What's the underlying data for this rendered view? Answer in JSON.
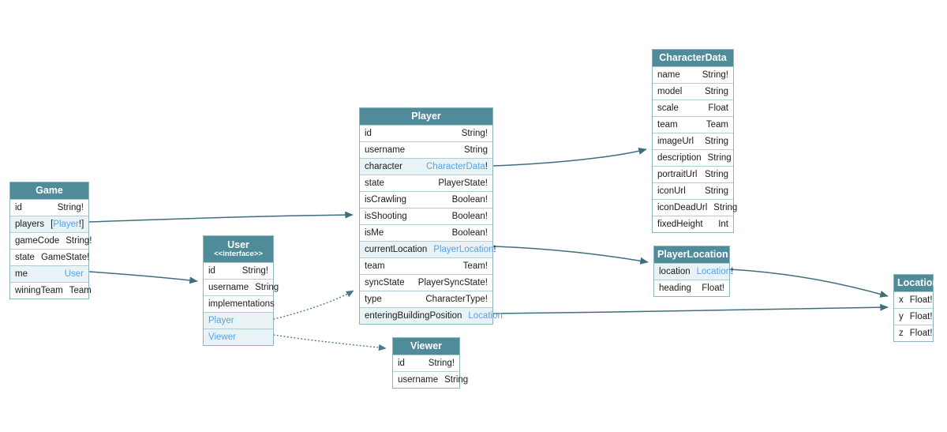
{
  "diagram": {
    "colors": {
      "header_bg": "#4f8b99",
      "header_text": "#ffffff",
      "row_link_bg": "#e9f3f6",
      "type_link": "#55a3e8",
      "edge": "#3e6f7c",
      "edge_dotted": "#4a7a87",
      "border": "#8fb4bc"
    },
    "tables": [
      {
        "id": "game",
        "title": "Game",
        "fields": [
          {
            "name": "id",
            "type": "String!"
          },
          {
            "name": "players",
            "type_pre": "[",
            "type": "Player",
            "type_suf": "!]",
            "link": true
          },
          {
            "name": "gameCode",
            "type": "String!"
          },
          {
            "name": "state",
            "type": "GameState!"
          },
          {
            "name": "me",
            "type": "User",
            "link": true
          },
          {
            "name": "winingTeam",
            "type": "Team"
          }
        ]
      },
      {
        "id": "user",
        "title": "User",
        "stereotype": "<<interface>>",
        "fields": [
          {
            "name": "id",
            "type": "String!"
          },
          {
            "name": "username",
            "type": "String"
          },
          {
            "name": "implementations",
            "type": "",
            "span": true
          },
          {
            "name": "Player",
            "type": "",
            "span": true,
            "link": true
          },
          {
            "name": "Viewer",
            "type": "",
            "span": true,
            "link": true
          }
        ]
      },
      {
        "id": "player",
        "title": "Player",
        "fields": [
          {
            "name": "id",
            "type": "String!"
          },
          {
            "name": "username",
            "type": "String"
          },
          {
            "name": "character",
            "type": "CharacterData",
            "type_suf": "!",
            "link": true
          },
          {
            "name": "state",
            "type": "PlayerState!"
          },
          {
            "name": "isCrawling",
            "type": "Boolean!"
          },
          {
            "name": "isShooting",
            "type": "Boolean!"
          },
          {
            "name": "isMe",
            "type": "Boolean!"
          },
          {
            "name": "currentLocation",
            "type": "PlayerLocation",
            "type_suf": "!",
            "link": true
          },
          {
            "name": "team",
            "type": "Team!"
          },
          {
            "name": "syncState",
            "type": "PlayerSyncState!"
          },
          {
            "name": "type",
            "type": "CharacterType!"
          },
          {
            "name": "enteringBuildingPosition",
            "type": "Location",
            "link": true
          }
        ]
      },
      {
        "id": "characterdata",
        "title": "CharacterData",
        "fields": [
          {
            "name": "name",
            "type": "String!"
          },
          {
            "name": "model",
            "type": "String"
          },
          {
            "name": "scale",
            "type": "Float"
          },
          {
            "name": "team",
            "type": "Team"
          },
          {
            "name": "imageUrl",
            "type": "String"
          },
          {
            "name": "description",
            "type": "String"
          },
          {
            "name": "portraitUrl",
            "type": "String"
          },
          {
            "name": "iconUrl",
            "type": "String"
          },
          {
            "name": "iconDeadUrl",
            "type": "String"
          },
          {
            "name": "fixedHeight",
            "type": "Int"
          }
        ]
      },
      {
        "id": "playerlocation",
        "title": "PlayerLocation",
        "fields": [
          {
            "name": "location",
            "type": "Location",
            "type_suf": "!",
            "link": true
          },
          {
            "name": "heading",
            "type": "Float!"
          }
        ]
      },
      {
        "id": "location",
        "title": "Location",
        "fields": [
          {
            "name": "x",
            "type": "Float!"
          },
          {
            "name": "y",
            "type": "Float!"
          },
          {
            "name": "z",
            "type": "Float!"
          }
        ]
      },
      {
        "id": "viewer",
        "title": "Viewer",
        "fields": [
          {
            "name": "id",
            "type": "String!"
          },
          {
            "name": "username",
            "type": "String"
          }
        ]
      }
    ],
    "edges": [
      {
        "id": "edge-game-players-to-player",
        "from": "Game.players",
        "to": "Player",
        "style": "solid"
      },
      {
        "id": "edge-game-me-to-user",
        "from": "Game.me",
        "to": "User",
        "style": "solid"
      },
      {
        "id": "edge-player-character-to-characterdata",
        "from": "Player.character",
        "to": "CharacterData",
        "style": "solid"
      },
      {
        "id": "edge-player-currentlocation-to-playerlocation",
        "from": "Player.currentLocation",
        "to": "PlayerLocation",
        "style": "solid"
      },
      {
        "id": "edge-player-enteringbuildingposition-to-location",
        "from": "Player.enteringBuildingPosition",
        "to": "Location",
        "style": "solid"
      },
      {
        "id": "edge-playerlocation-location-to-location",
        "from": "PlayerLocation.location",
        "to": "Location",
        "style": "solid"
      },
      {
        "id": "edge-user-player-to-player",
        "from": "User.Player",
        "to": "Player",
        "style": "dotted"
      },
      {
        "id": "edge-user-viewer-to-viewer",
        "from": "User.Viewer",
        "to": "Viewer",
        "style": "dotted"
      }
    ]
  }
}
